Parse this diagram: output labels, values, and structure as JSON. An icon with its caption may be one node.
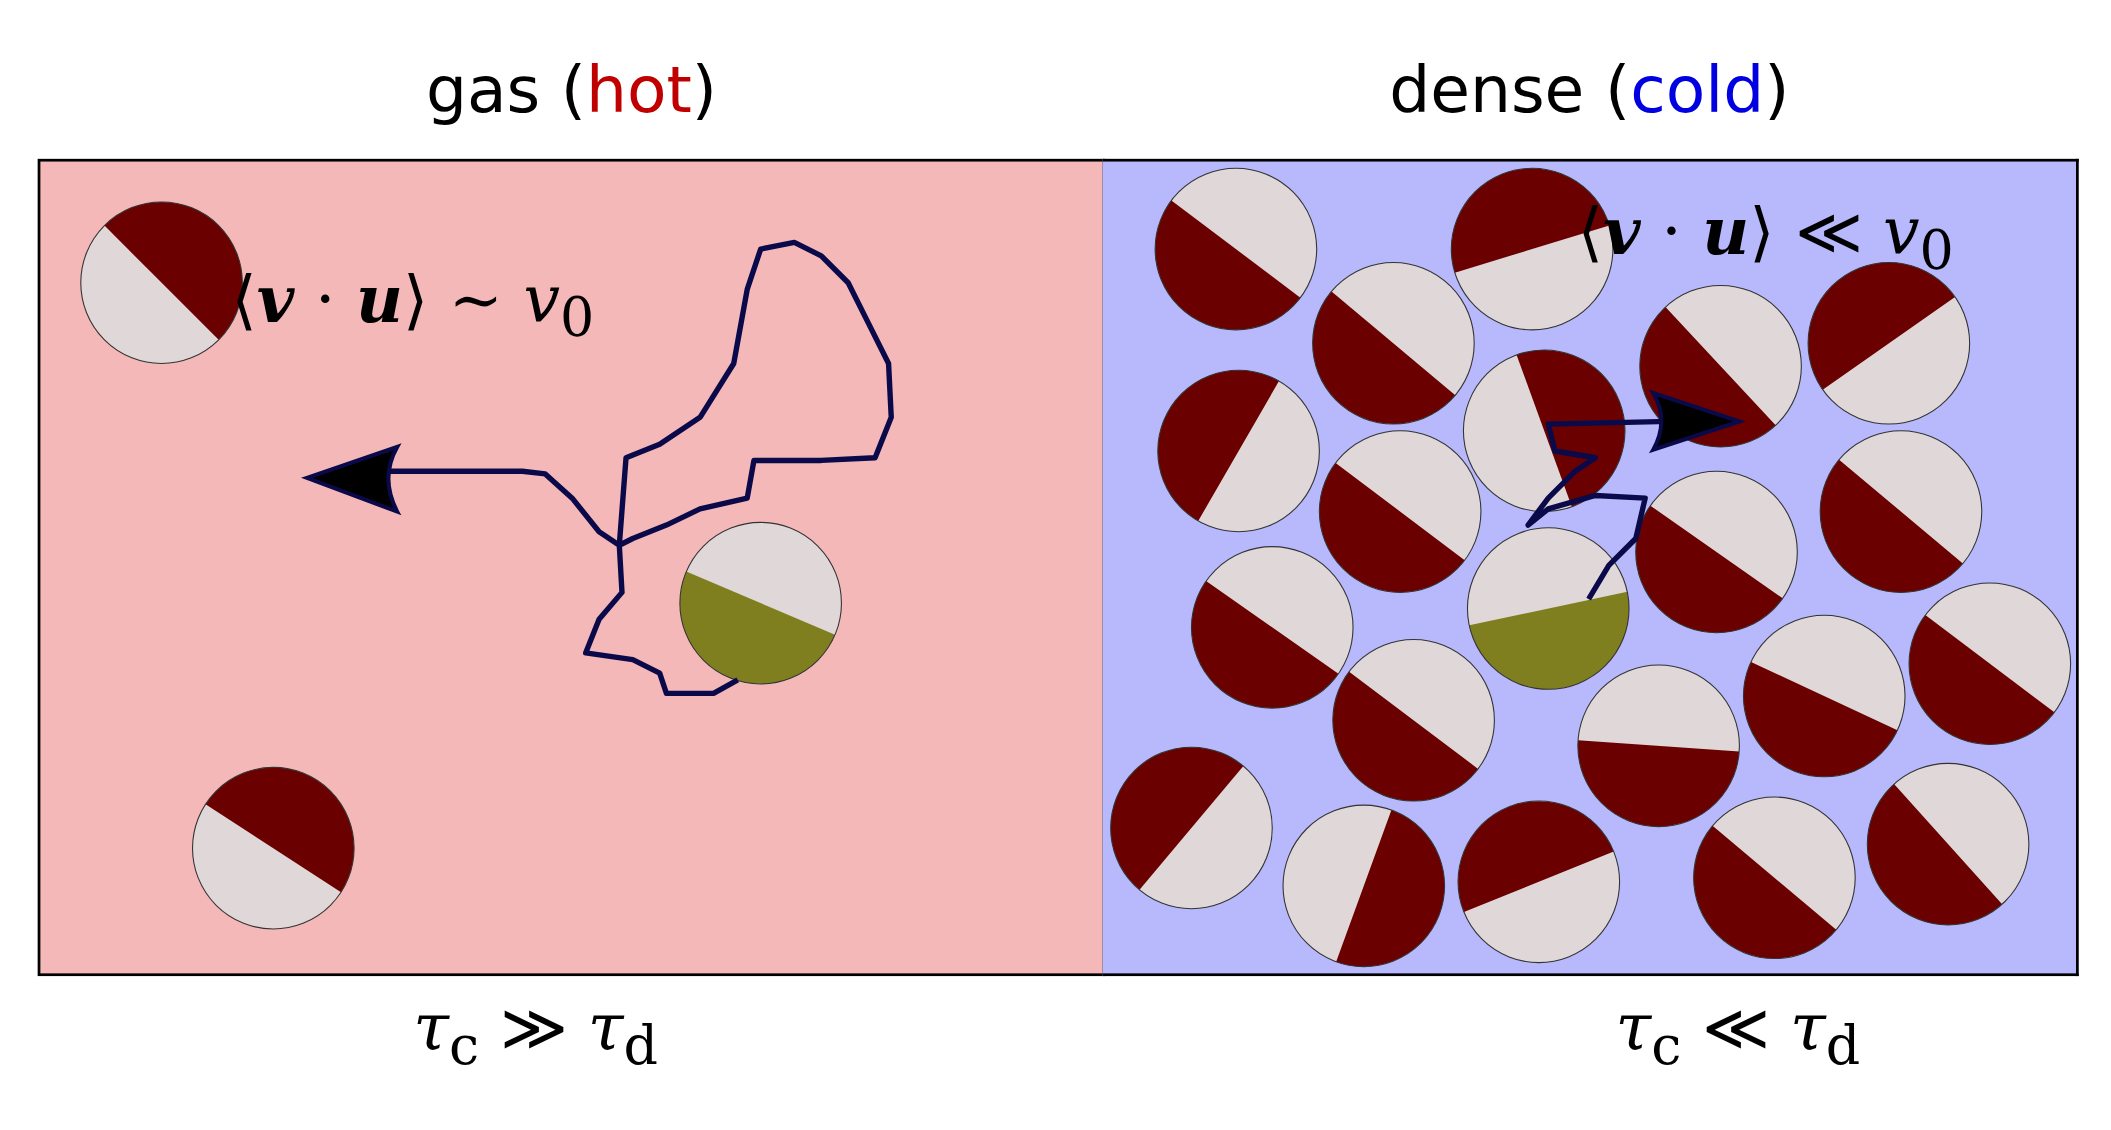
{
  "diagram": {
    "nodes": [
      {
        "text": [
          "gas (hot)",
          "⟨**v** · **u**⟩ ∼ *v*$_{0}$"
        ],
        "beside": [
          "*τ*$_{c}$ ≫ *τ*$_{d}$"
        ]
      },
      {
        "text": [
          "dense (cold)",
          "⟨**v** · **u**⟩ ≪ *v*$_{0}$"
        ],
        "beside": [
          "*τ*$_{c}$ ≪ *τ*$_{d}$"
        ]
      }
    ]
  }
}
